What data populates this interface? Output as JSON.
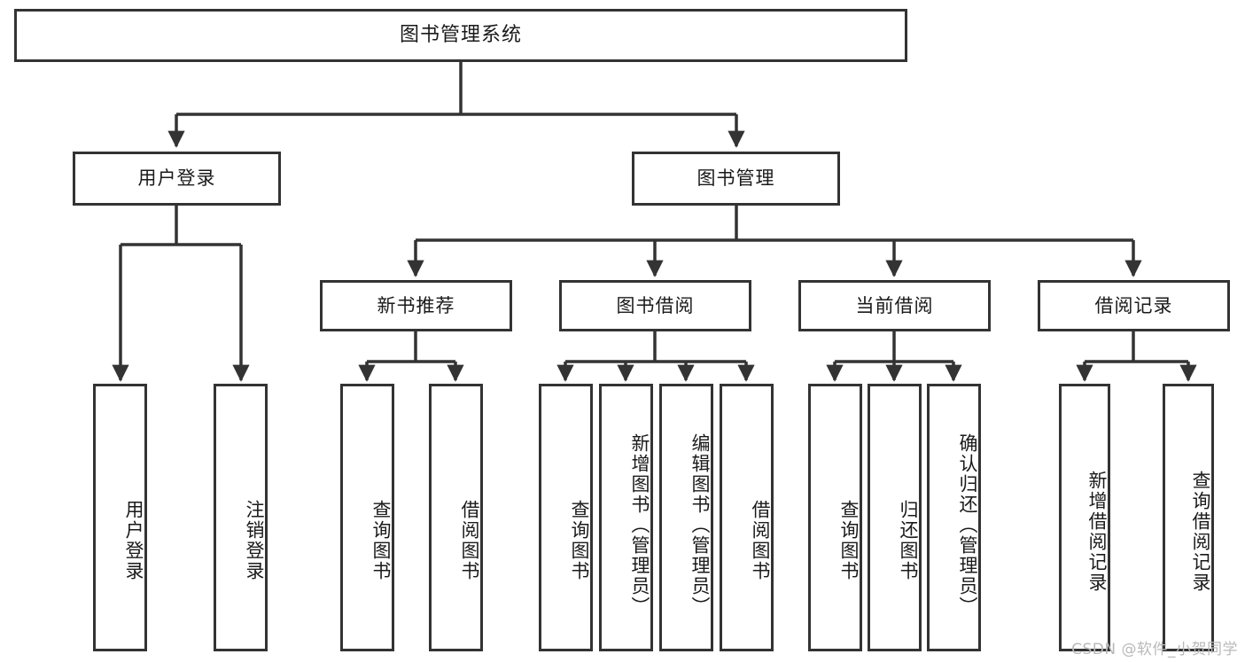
{
  "diagram": {
    "type": "tree-hierarchy-chart",
    "title": "图书管理系统",
    "stroke_color": "#333333",
    "background_color": "#ffffff",
    "text_color": "#1a1a1a"
  },
  "root": {
    "label": "图书管理系统"
  },
  "level2": [
    {
      "id": "user-login",
      "label": "用户登录"
    },
    {
      "id": "book-manage",
      "label": "图书管理"
    }
  ],
  "level3": [
    {
      "id": "new-book-recommend",
      "label": "新书推荐"
    },
    {
      "id": "book-borrow",
      "label": "图书借阅"
    },
    {
      "id": "current-borrow",
      "label": "当前借阅"
    },
    {
      "id": "borrow-record",
      "label": "借阅记录"
    }
  ],
  "leaves": {
    "user_login": [
      {
        "id": "leaf-user-login",
        "label": "用户登录"
      },
      {
        "id": "leaf-user-logout",
        "label": "注销登录"
      }
    ],
    "new_book_recommend": [
      {
        "id": "leaf-query-book-1",
        "label": "查询图书"
      },
      {
        "id": "leaf-borrow-book-1",
        "label": "借阅图书"
      }
    ],
    "book_borrow": [
      {
        "id": "leaf-query-book-2",
        "label": "查询图书"
      },
      {
        "id": "leaf-add-book",
        "label": "新增图书（管理员）"
      },
      {
        "id": "leaf-edit-book",
        "label": "编辑图书（管理员）"
      },
      {
        "id": "leaf-borrow-book-2",
        "label": "借阅图书"
      }
    ],
    "current_borrow": [
      {
        "id": "leaf-query-book-3",
        "label": "查询图书"
      },
      {
        "id": "leaf-return-book",
        "label": "归还图书"
      },
      {
        "id": "leaf-confirm-return",
        "label": "确认归还（管理员）"
      }
    ],
    "borrow_record": [
      {
        "id": "leaf-add-record",
        "label": "新增借阅记录"
      },
      {
        "id": "leaf-query-record",
        "label": "查询借阅记录"
      }
    ]
  },
  "watermark": {
    "label": "CSDN @软件_小贺同学"
  }
}
